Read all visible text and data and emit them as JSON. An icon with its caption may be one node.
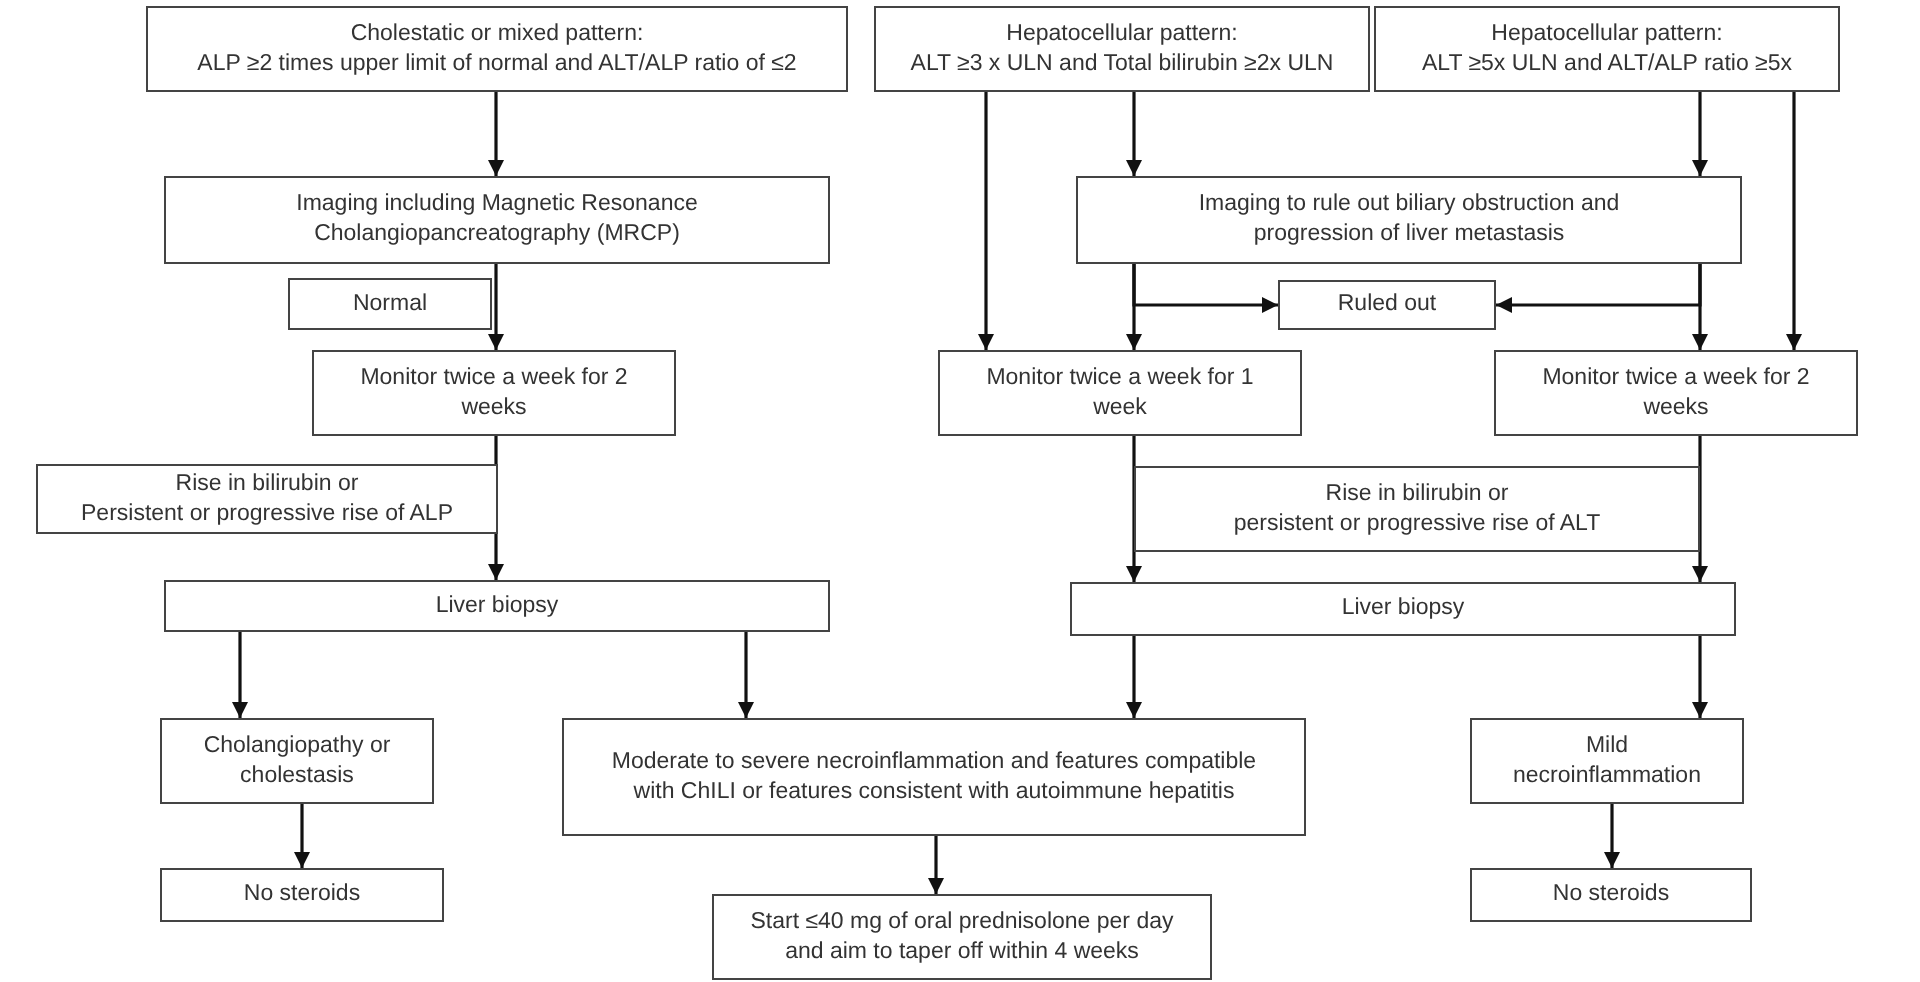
{
  "diagram": {
    "nodes": [
      {
        "text": [
          "Cholestatic or mixed pattern:",
          "ALP ≥2 times upper limit of normal and ALT/ALP ratio of ≤2"
        ]
      },
      {
        "text": [
          "Hepatocellular pattern:",
          "ALT ≥3 x ULN and Total bilirubin ≥2x ULN"
        ]
      },
      {
        "text": [
          "Hepatocellular pattern:",
          "ALT ≥5x ULN and ALT/ALP ratio ≥5x"
        ]
      },
      {
        "text": [
          "Imaging including Magnetic Resonance Cholangiopancreatography (MRCP)"
        ]
      },
      {
        "text": [
          "Normal"
        ]
      },
      {
        "text": [
          "Monitor twice a week for 2 weeks"
        ]
      },
      {
        "text": [
          "Rise in bilirubin or",
          "Persistent or progressive rise of ALP"
        ]
      },
      {
        "text": [
          "Liver biopsy"
        ]
      },
      {
        "text": [
          "Imaging to rule out biliary obstruction and progression of liver metastasis"
        ]
      },
      {
        "text": [
          "Ruled out"
        ]
      },
      {
        "text": [
          "Monitor twice a week for 1 week"
        ]
      },
      {
        "text": [
          "Monitor twice a week for 2 weeks"
        ]
      },
      {
        "text": [
          "Rise in bilirubin or",
          "persistent or progressive rise of ALT"
        ]
      },
      {
        "text": [
          "Liver biopsy"
        ]
      },
      {
        "text": [
          "Cholangiopathy or cholestasis"
        ]
      },
      {
        "text": [
          "Moderate to severe necroinflammation and features compatible with ChILI or features consistent with autoimmune hepatitis"
        ]
      },
      {
        "text": [
          "Mild necroinflammation"
        ]
      },
      {
        "text": [
          "No steroids"
        ]
      },
      {
        "text": [
          "Start ≤40 mg of oral prednisolone per day and aim to taper off within 4 weeks"
        ]
      },
      {
        "text": [
          "No steroids"
        ]
      }
    ],
    "edges": [
      {
        "from": 0,
        "to": 3,
        "arrow": "to"
      },
      {
        "from": 3,
        "to": 5,
        "arrow": "to"
      },
      {
        "from": 5,
        "to": 7,
        "arrow": "to"
      },
      {
        "from": 1,
        "to": 10,
        "arrow": "to"
      },
      {
        "from": 1,
        "to": 8,
        "arrow": "to"
      },
      {
        "from": 2,
        "to": 8,
        "arrow": "to"
      },
      {
        "from": 2,
        "to": 11,
        "arrow": "to"
      },
      {
        "from": 8,
        "to": 9,
        "arrow": "to"
      },
      {
        "from": 8,
        "to": 10,
        "arrow": "to"
      },
      {
        "from": 8,
        "to": 9,
        "arrow": "to"
      },
      {
        "from": 8,
        "to": 11,
        "arrow": "to"
      },
      {
        "from": 10,
        "to": 13,
        "arrow": "to"
      },
      {
        "from": 11,
        "to": 13,
        "arrow": "to"
      },
      {
        "from": 7,
        "to": 14,
        "arrow": "to"
      },
      {
        "from": 7,
        "to": 15,
        "arrow": "to"
      },
      {
        "from": 13,
        "to": 15,
        "arrow": "to"
      },
      {
        "from": 13,
        "to": 16,
        "arrow": "to"
      },
      {
        "from": 14,
        "to": 17,
        "arrow": "to"
      },
      {
        "from": 15,
        "to": 18,
        "arrow": "to"
      },
      {
        "from": 16,
        "to": 19,
        "arrow": "to"
      }
    ]
  }
}
